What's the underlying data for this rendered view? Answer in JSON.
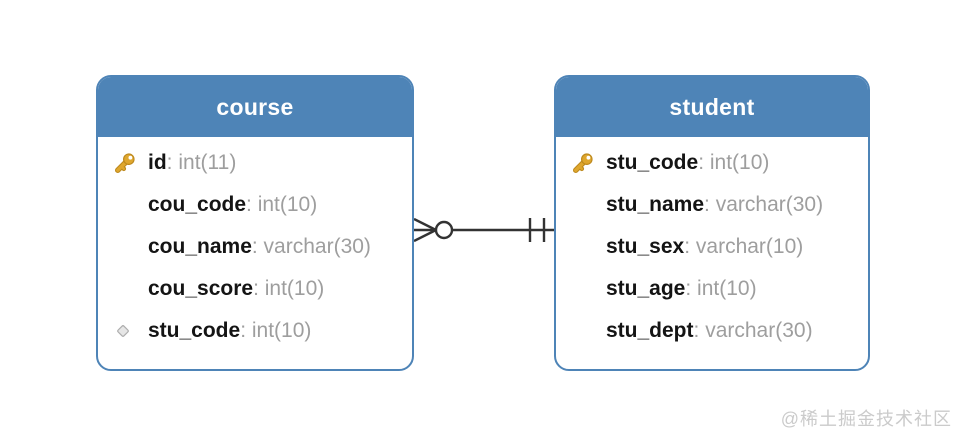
{
  "tables": [
    {
      "name": "course",
      "columns": [
        {
          "icon": "primary-key-icon",
          "name": "id",
          "type": "int(11)"
        },
        {
          "icon": "none",
          "name": "cou_code",
          "type": "int(10)"
        },
        {
          "icon": "none",
          "name": "cou_name",
          "type": "varchar(30)"
        },
        {
          "icon": "none",
          "name": "cou_score",
          "type": "int(10)"
        },
        {
          "icon": "foreign-key-diamond-icon",
          "name": "stu_code",
          "type": "int(10)"
        }
      ]
    },
    {
      "name": "student",
      "columns": [
        {
          "icon": "primary-key-icon",
          "name": "stu_code",
          "type": "int(10)"
        },
        {
          "icon": "none",
          "name": "stu_name",
          "type": "varchar(30)"
        },
        {
          "icon": "none",
          "name": "stu_sex",
          "type": "varchar(10)"
        },
        {
          "icon": "none",
          "name": "stu_age",
          "type": "int(10)"
        },
        {
          "icon": "none",
          "name": "stu_dept",
          "type": "varchar(30)"
        }
      ]
    }
  ],
  "relationship": {
    "from_table": "course",
    "to_table": "student",
    "from_cardinality": "zero-or-many",
    "to_cardinality": "one-and-only-one"
  },
  "watermark": {
    "text": "@稀土掘金技术社区"
  },
  "colors": {
    "header_blue": "#4E84B7",
    "border_blue": "#4E84B7",
    "name_black": "#141414",
    "type_gray": "#9E9E9E",
    "line_dark": "#333333",
    "key_gold": "#DFA72E",
    "key_gold_outline": "#BE8A1E",
    "diamond_fill": "#E6E6E6",
    "diamond_border": "#ADADAD",
    "watermark_gray": "#CBCBCB"
  }
}
